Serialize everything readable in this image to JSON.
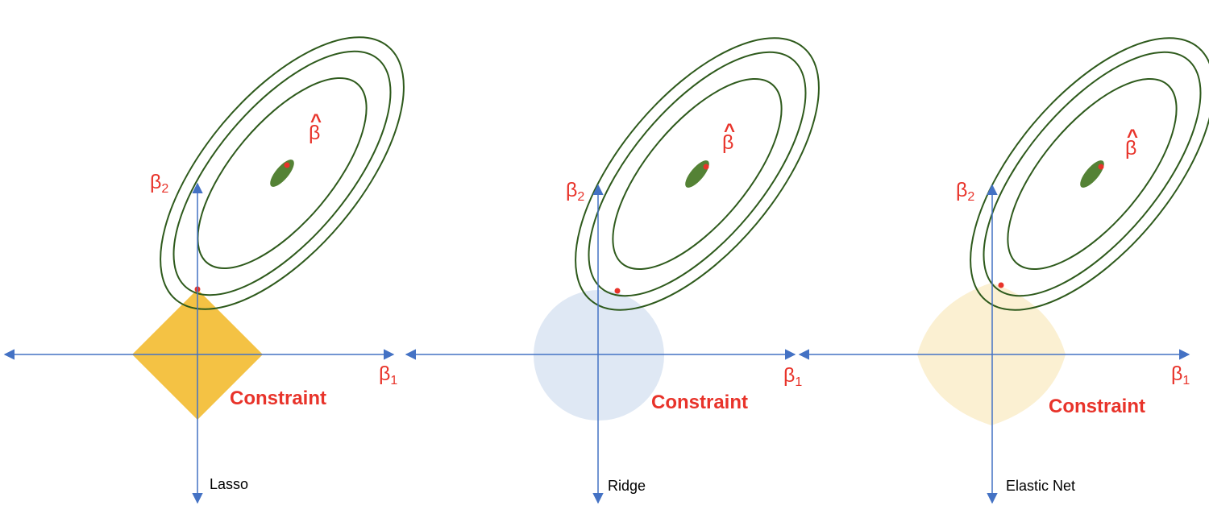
{
  "panels": [
    {
      "id": "lasso",
      "name": "Lasso",
      "constraint_label": "Constraint",
      "constraint_shape": "diamond",
      "constraint_color": "#f4c244",
      "axis_x_label": "β",
      "axis_x_sub": "1",
      "axis_y_label": "β",
      "axis_y_sub": "2",
      "estimate_label": "β",
      "estimate_hat": "^"
    },
    {
      "id": "ridge",
      "name": "Ridge",
      "constraint_label": "Constraint",
      "constraint_shape": "circle",
      "constraint_color": "#dfe8f4",
      "axis_x_label": "β",
      "axis_x_sub": "1",
      "axis_y_label": "β",
      "axis_y_sub": "2",
      "estimate_label": "β",
      "estimate_hat": "^"
    },
    {
      "id": "elastic-net",
      "name": "Elastic Net",
      "constraint_label": "Constraint",
      "constraint_shape": "rounded-diamond",
      "constraint_color": "#fbf0d2",
      "axis_x_label": "β",
      "axis_x_sub": "1",
      "axis_y_label": "β",
      "axis_y_sub": "2",
      "estimate_label": "β",
      "estimate_hat": "^"
    }
  ],
  "colors": {
    "axis": "#4472c4",
    "contour": "#2e5a1c",
    "center_fill": "#548235",
    "point": "#e8332a",
    "label": "#e8332a"
  }
}
